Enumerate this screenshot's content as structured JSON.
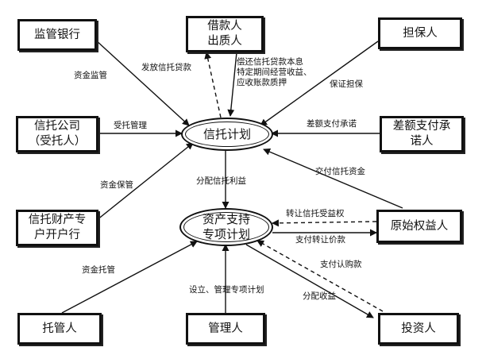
{
  "nodes": {
    "regulator_bank": "监管银行",
    "borrower_pledgor": "借款人\n出质人",
    "guarantor": "担保人",
    "trust_company": "信托公司\n（受托人）",
    "shortfall_payer": "差额支付承\n诺人",
    "trust_account_bank": "信托财产专\n户开户行",
    "original_owner": "原始权益人",
    "custodian": "托管人",
    "manager": "管理人",
    "investor": "投资人",
    "trust_plan": "信托计划",
    "abs_plan": "资产支持\n专项计划"
  },
  "labels": {
    "fund_supervision": "资金监管",
    "issue_trust_loan": "发放信托贷款",
    "repay_and_pledge": "偿还信托贷款本息\n特定期间经营收益、\n应收账款质押",
    "guarantee": "保证担保",
    "entrusted_management": "受托管理",
    "shortfall_commitment": "差额支付承诺",
    "fund_custody_trust": "资金保管",
    "distribute_trust_income": "分配信托利益",
    "deliver_trust_funds": "交付信托资金",
    "transfer_beneficial_right": "转让信托受益权",
    "pay_transfer_price": "支付转让价款",
    "fund_custody": "资金托管",
    "pay_subscription": "支付认购款",
    "setup_manage": "设立、管理专项计划",
    "distribute_income": "分配收益"
  }
}
